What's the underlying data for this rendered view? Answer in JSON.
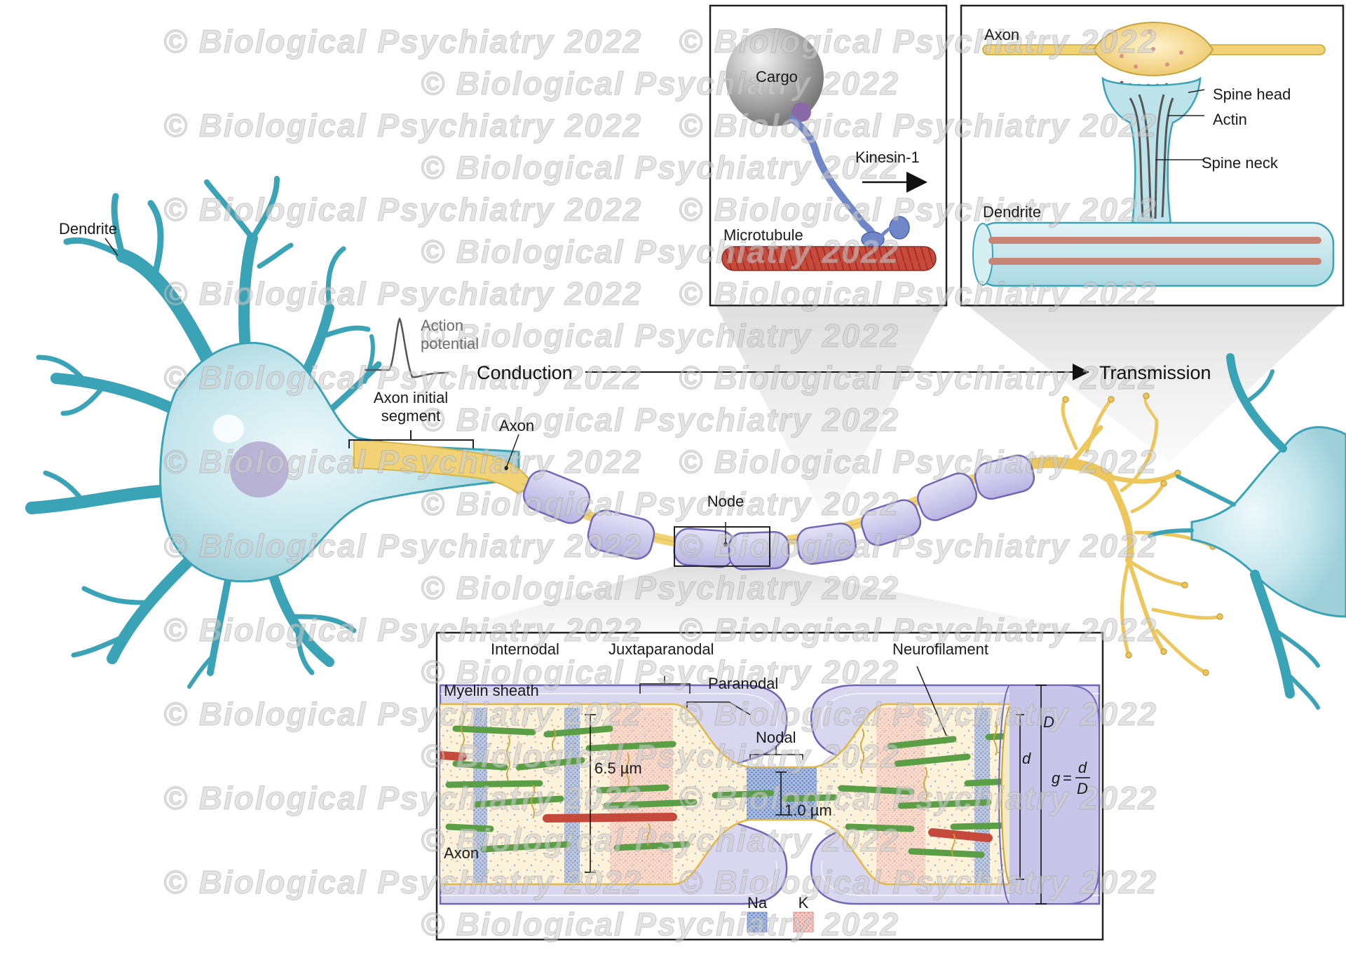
{
  "labels": {
    "dendrite": "Dendrite",
    "action_potential_1": "Action",
    "action_potential_2": "potential",
    "conduction": "Conduction",
    "transmission": "Transmission",
    "ais_1": "Axon initial",
    "ais_2": "segment",
    "axon": "Axon",
    "node": "Node"
  },
  "kinesin_panel": {
    "cargo": "Cargo",
    "kinesin": "Kinesin-1",
    "microtubule": "Microtubule"
  },
  "synapse_panel": {
    "axon": "Axon",
    "spine_head": "Spine head",
    "actin": "Actin",
    "spine_neck": "Spine neck",
    "dendrite": "Dendrite"
  },
  "node_panel": {
    "internodal": "Internodal",
    "juxtaparanodal": "Juxtaparanodal",
    "paranodal": "Paranodal",
    "nodal": "Nodal",
    "neurofilament": "Neurofilament",
    "myelin_sheath": "Myelin sheath",
    "axon": "Axon",
    "diameter_internode": "6.5 µm",
    "diameter_node": "1.0 µm",
    "D": "D",
    "d": "d",
    "g_formula_lhs": "g",
    "g_formula_eq": "=",
    "g_formula_num": "d",
    "g_formula_den": "D",
    "legend_na": "Na",
    "legend_k": "K"
  },
  "watermark": "© Biological Psychiatry 2022",
  "colors": {
    "neuron_body": "#bfe3ea",
    "dendrite_outline": "#2e9db0",
    "axon": "#f1d274",
    "myelin": "#c9c5ea",
    "myelin_outline": "#6e67b8",
    "microtubule": "#c64a3c",
    "neurofilament": "#5a9f46",
    "kinesin": "#6f86c9",
    "na_channel": "#8fa7d6",
    "k_channel": "#f0a3a3"
  }
}
